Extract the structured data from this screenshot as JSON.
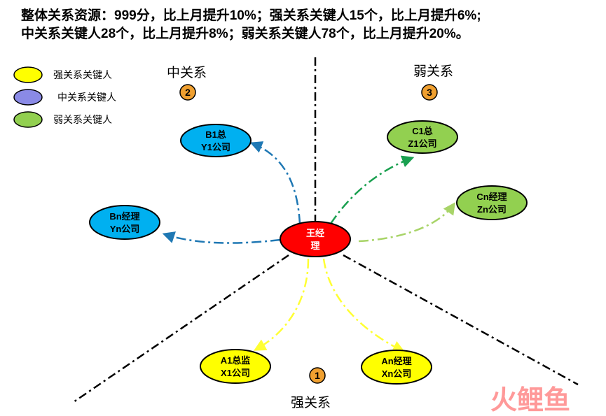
{
  "header": {
    "line1": "整体关系资源：999分，比上月提升10%；强关系关键人15个，比上月提升6%;",
    "line2": "中关系关键人28个，比上月提升8%；弱关系关键人78个，比上月提升20%。"
  },
  "legend": [
    {
      "label": "强关系关键人",
      "color": "#ffff00"
    },
    {
      "label": "中关系关键人",
      "color": "#8a8ae6"
    },
    {
      "label": "弱关系关键人",
      "color": "#92d050"
    }
  ],
  "sections": {
    "mid": {
      "label": "中关系",
      "badge": "2"
    },
    "weak": {
      "label": "弱关系",
      "badge": "3"
    },
    "strong": {
      "label": "强关系",
      "badge": "1"
    }
  },
  "center": {
    "line1": "王经",
    "line2": "理",
    "color": "#ff0000"
  },
  "nodes": {
    "b1": {
      "line1": "B1总",
      "line2": "Y1公司",
      "color": "#00b0f0"
    },
    "bn": {
      "line1": "Bn经理",
      "line2": "Yn公司",
      "color": "#00b0f0"
    },
    "c1": {
      "line1": "C1总",
      "line2": "Z1公司",
      "color": "#92d050"
    },
    "cn": {
      "line1": "Cn经理",
      "line2": "Zn公司",
      "color": "#92d050"
    },
    "a1": {
      "line1": "A1总监",
      "line2": "X1公司",
      "color": "#ffff00"
    },
    "an": {
      "line1": "An经理",
      "line2": "Xn公司",
      "color": "#ffff00"
    }
  },
  "colors": {
    "badge": "#f0a030",
    "mid_arrow": "#1f78b4",
    "weak_arrow_c1": "#1aa050",
    "weak_arrow_cn": "#a8d468",
    "strong_arrow": "#ffff33"
  },
  "watermark": {
    "text": "火鲤鱼",
    "color": "#ff8888"
  }
}
